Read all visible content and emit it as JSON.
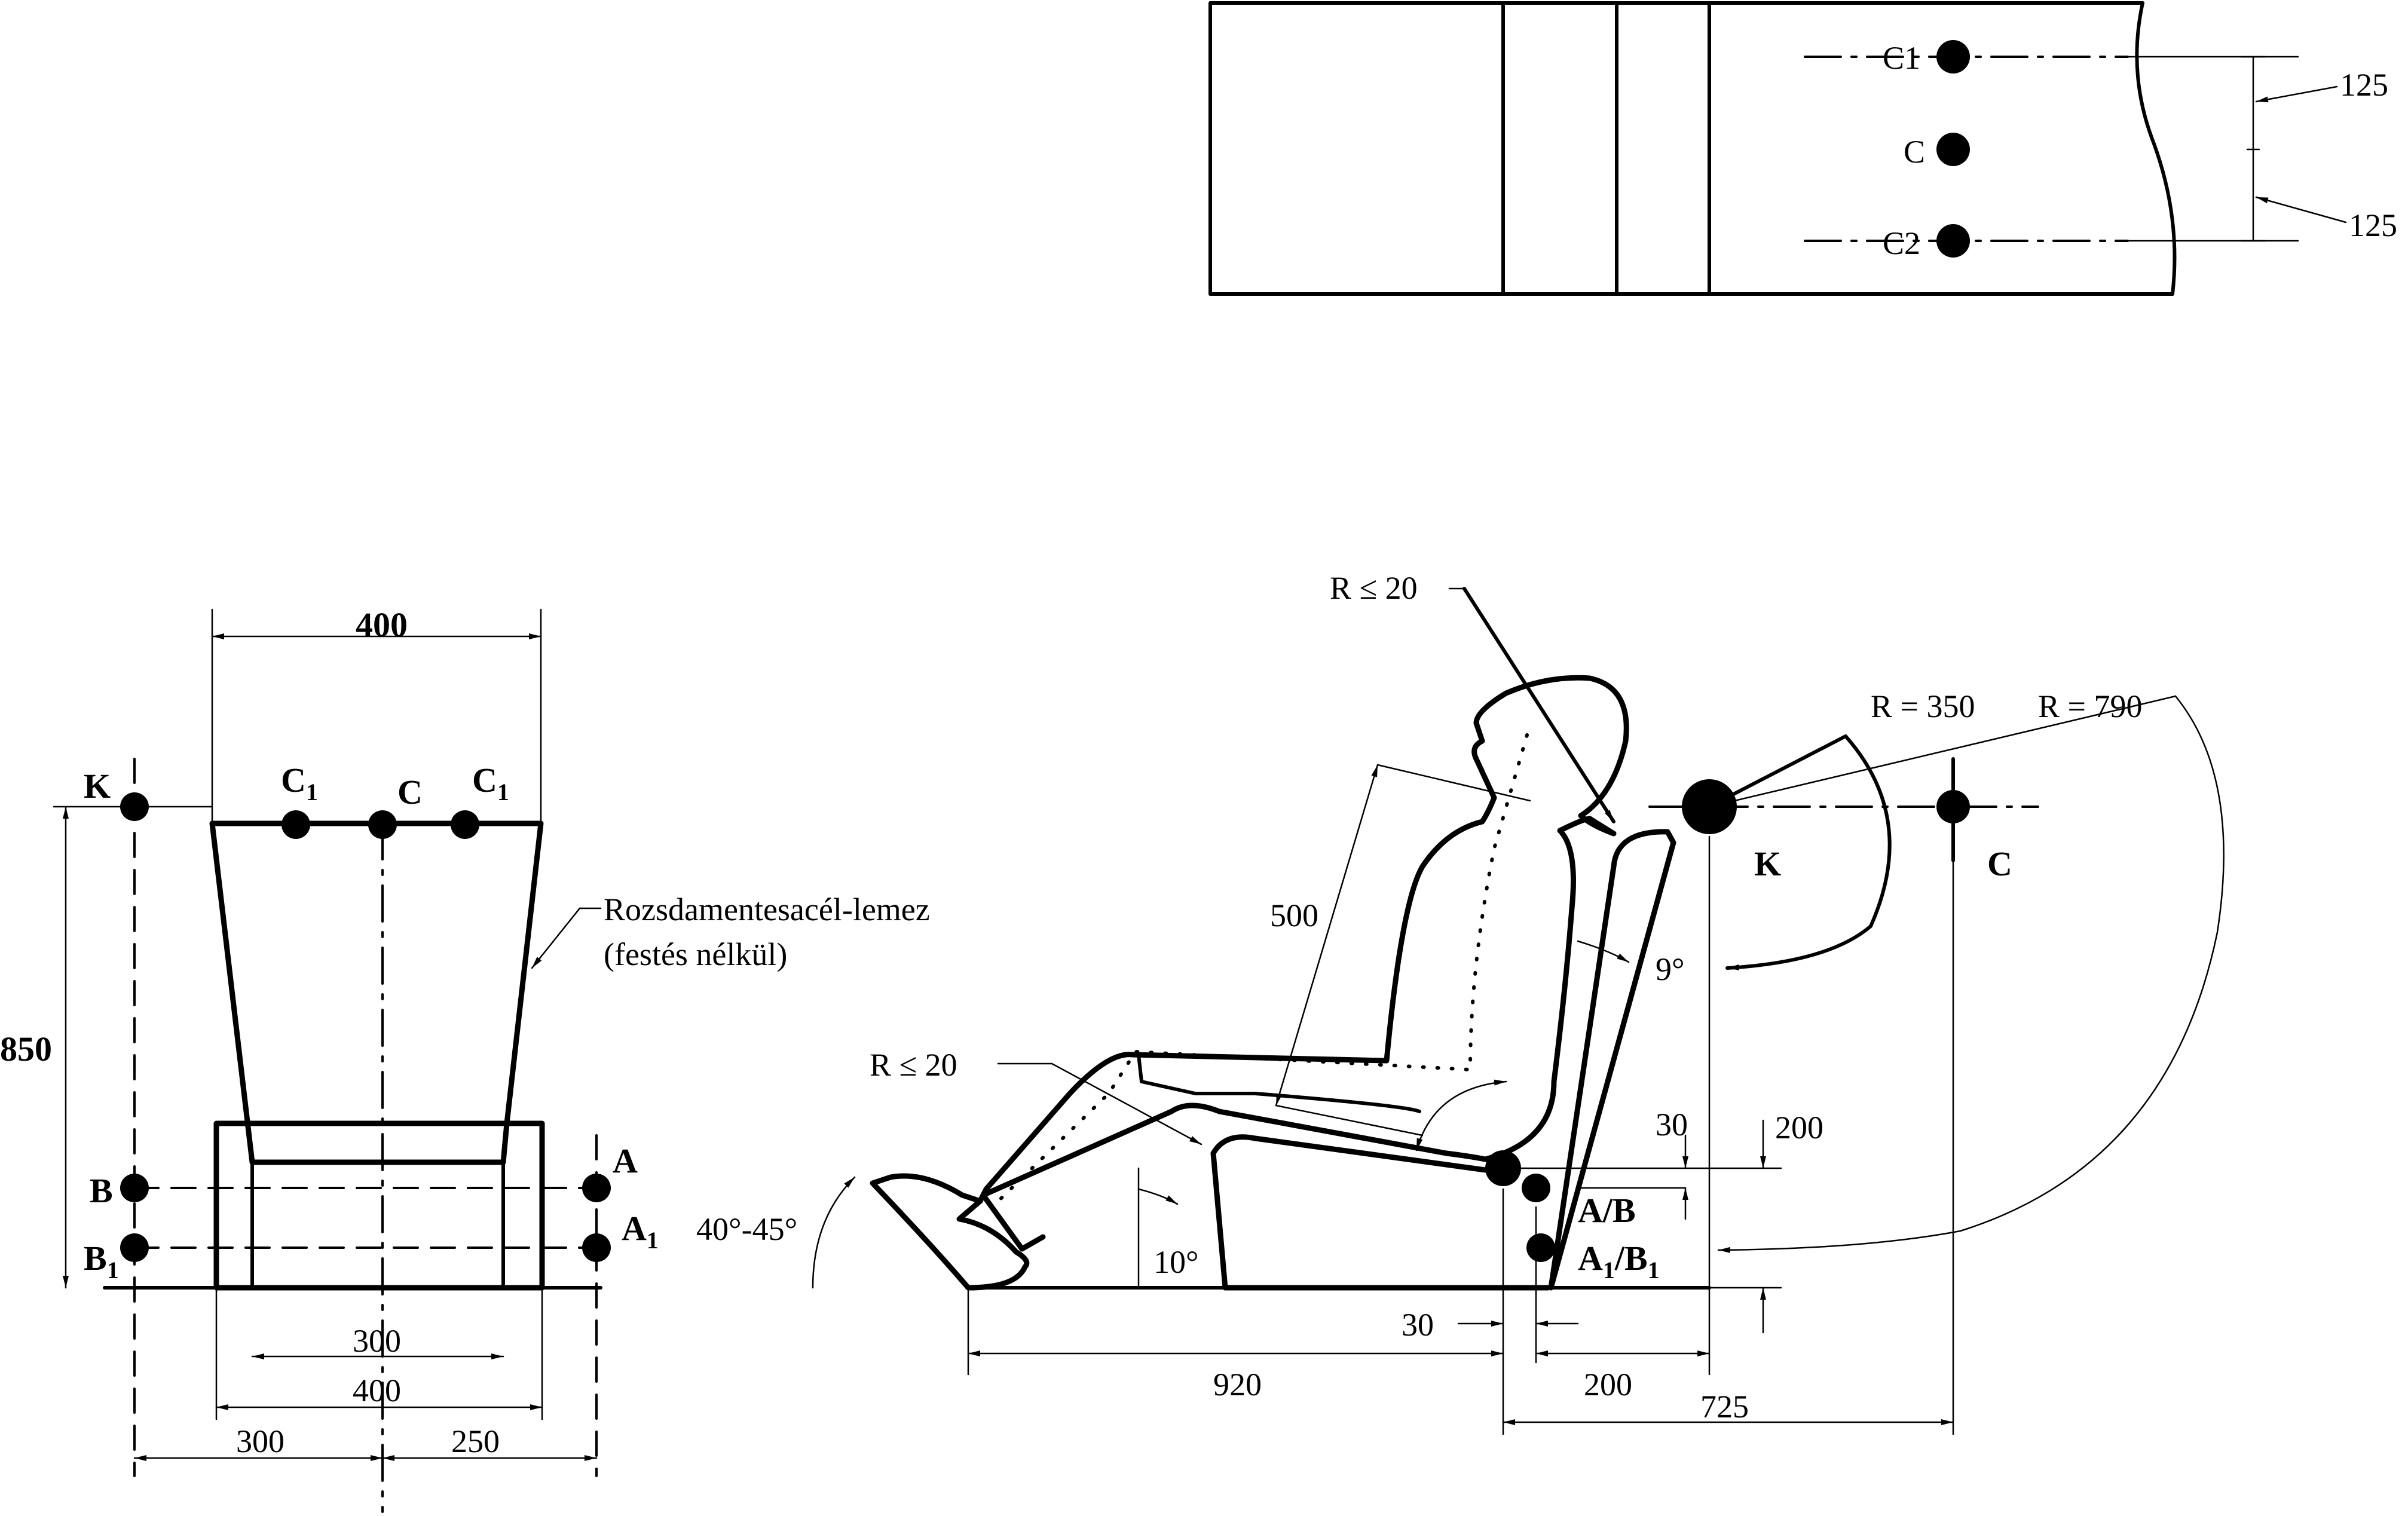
{
  "top_view": {
    "c1": "C1",
    "c": "C",
    "c2": "C2",
    "dim_upper": "125",
    "dim_lower": "125"
  },
  "front_view": {
    "width_top": "400",
    "height": "850",
    "k": "K",
    "c1_left": "C",
    "c1_left_sub": "1",
    "c_center": "C",
    "c1_right": "C",
    "c1_right_sub": "1",
    "b": "B",
    "b1": "B",
    "b1_sub": "1",
    "a": "A",
    "a1": "A",
    "a1_sub": "1",
    "material_line1": "Rozsdamentesacél-lemez",
    "material_line2": "(festés nélkül)",
    "dim_300_inner": "300",
    "dim_400_bottom": "400",
    "dim_300_left": "300",
    "dim_250_right": "250"
  },
  "side_view": {
    "r_head": "R ≤ 20",
    "r_knee": "R ≤ 20",
    "r_350": "R = 350",
    "r_790": "R = 790",
    "k": "K",
    "c": "C",
    "dim_500": "500",
    "angle_9": "9°",
    "angle_10": "10°",
    "angle_40_45": "40°-45°",
    "dim_30_upper": "30",
    "dim_200_right": "200",
    "ab": "A/B",
    "a1b1": "A",
    "a1b1_sub1": "1",
    "a1b1_mid": "/B",
    "a1b1_sub2": "1",
    "dim_30_lower": "30",
    "dim_920": "920",
    "dim_200_bottom": "200",
    "dim_725": "725"
  }
}
